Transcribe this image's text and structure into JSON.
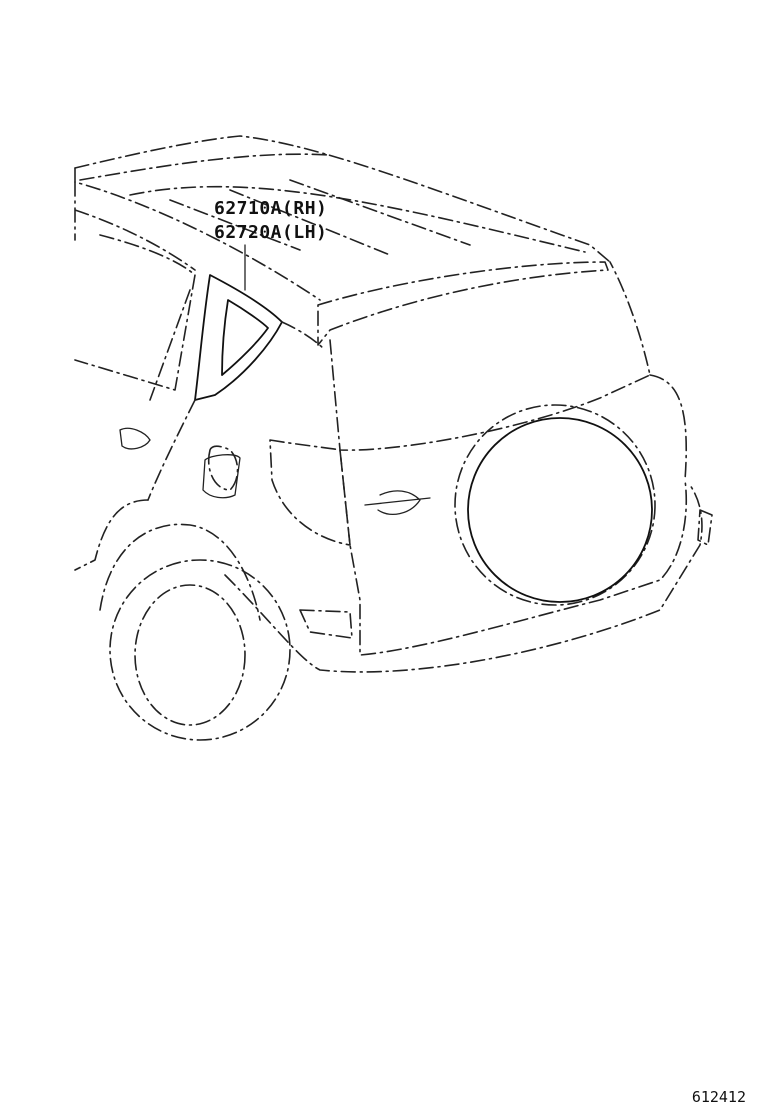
{
  "callouts": [
    {
      "part_number": "62710A(RH)"
    },
    {
      "part_number": "62720A(LH)"
    }
  ],
  "reference_code": "612412",
  "colors": {
    "line": "#222222",
    "background": "#ffffff"
  }
}
